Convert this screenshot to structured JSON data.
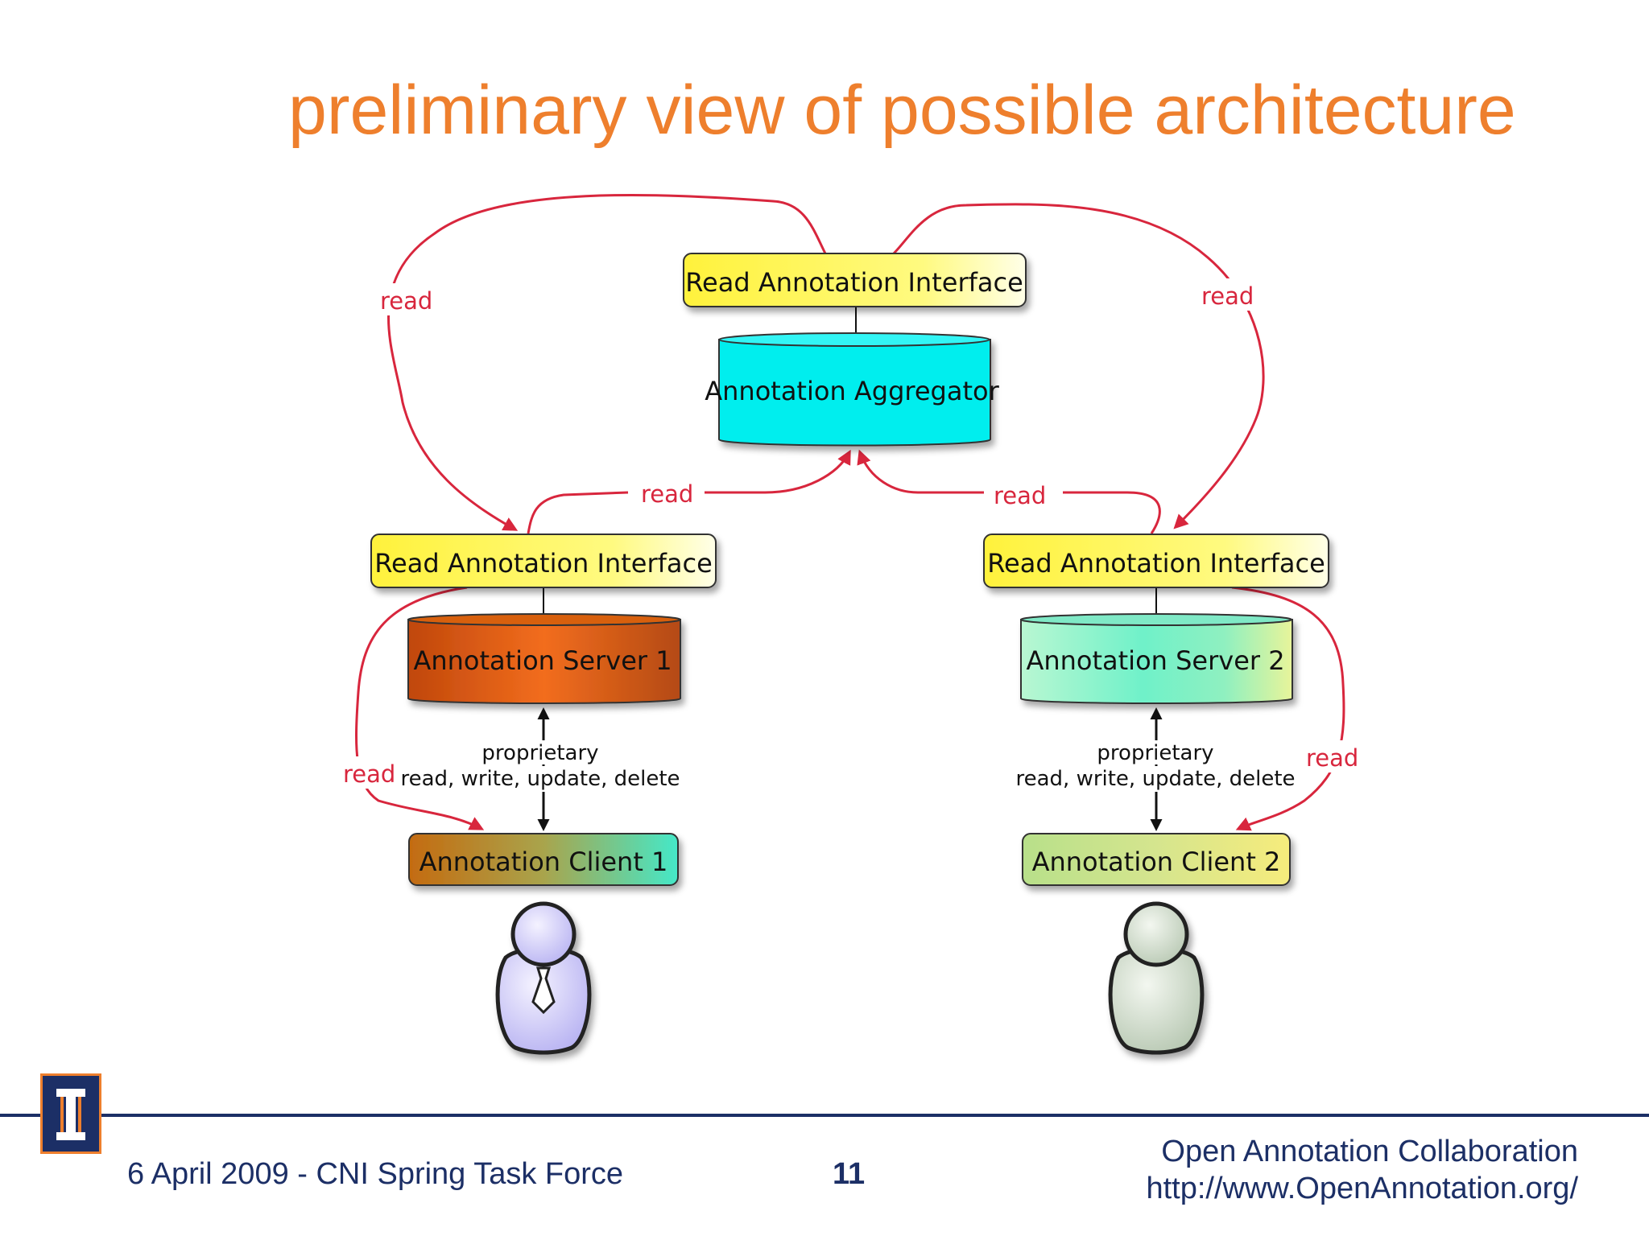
{
  "slide": {
    "title": "preliminary view of possible architecture",
    "footer_left": "6 April 2009 - CNI Spring Task Force",
    "page_number": "11",
    "footer_right_line1": "Open Annotation Collaboration",
    "footer_right_line2": "http://www.OpenAnnotation.org/"
  },
  "diagram": {
    "top_interface": "Read Annotation Interface",
    "aggregator": "Annotation Aggregator",
    "left_interface": "Read Annotation Interface",
    "right_interface": "Read Annotation Interface",
    "server1": "Annotation Server 1",
    "server2": "Annotation Server 2",
    "client1": "Annotation Client 1",
    "client2": "Annotation Client 2",
    "proprietary_label": "proprietary",
    "ops_label": "read, write, update, delete",
    "read_label": "read"
  },
  "colors": {
    "title": "#ee7f2d",
    "arrow_red": "#d8263d",
    "interface_yellow": "#fff45a",
    "aggregator_cyan": "#00f0f0",
    "server1_orange": "#e25e12",
    "footer_blue": "#1c2f66"
  }
}
